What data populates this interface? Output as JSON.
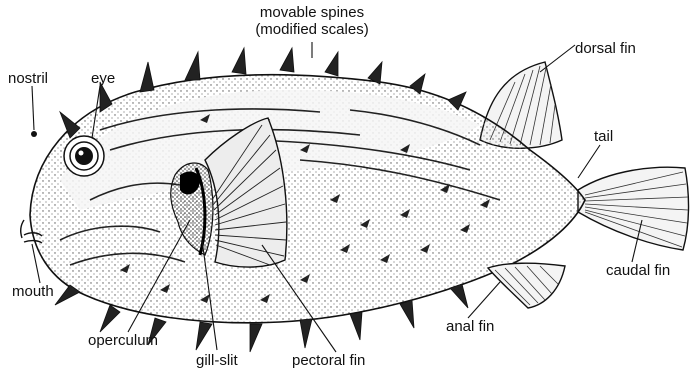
{
  "labels": {
    "movable_spines_line1": "movable spines",
    "movable_spines_line2": "(modified scales)",
    "dorsal_fin": "dorsal fin",
    "nostril": "nostril",
    "eye": "eye",
    "tail": "tail",
    "caudal_fin": "caudal fin",
    "mouth": "mouth",
    "anal_fin": "anal fin",
    "operculum": "operculum",
    "gill_slit": "gill-slit",
    "pectoral_fin": "pectoral fin"
  },
  "colors": {
    "ink": "#111111",
    "body_fill": "#e9e9e9",
    "shade": "#9a9a9a",
    "background": "#ffffff"
  }
}
